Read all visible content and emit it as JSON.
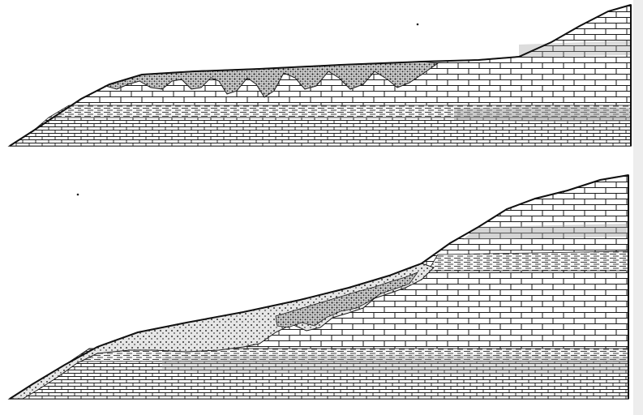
{
  "figure": {
    "ink_color": "#1a1a1a",
    "paper_color": "#ffffff",
    "sections": [
      {
        "id": "upper",
        "layers": [
          "soil-mantle",
          "limestone",
          "shale-band",
          "lower-limestone"
        ]
      },
      {
        "id": "lower",
        "layers": [
          "soil-mantle",
          "limestone",
          "shale-bands",
          "lower-limestone"
        ]
      }
    ]
  }
}
